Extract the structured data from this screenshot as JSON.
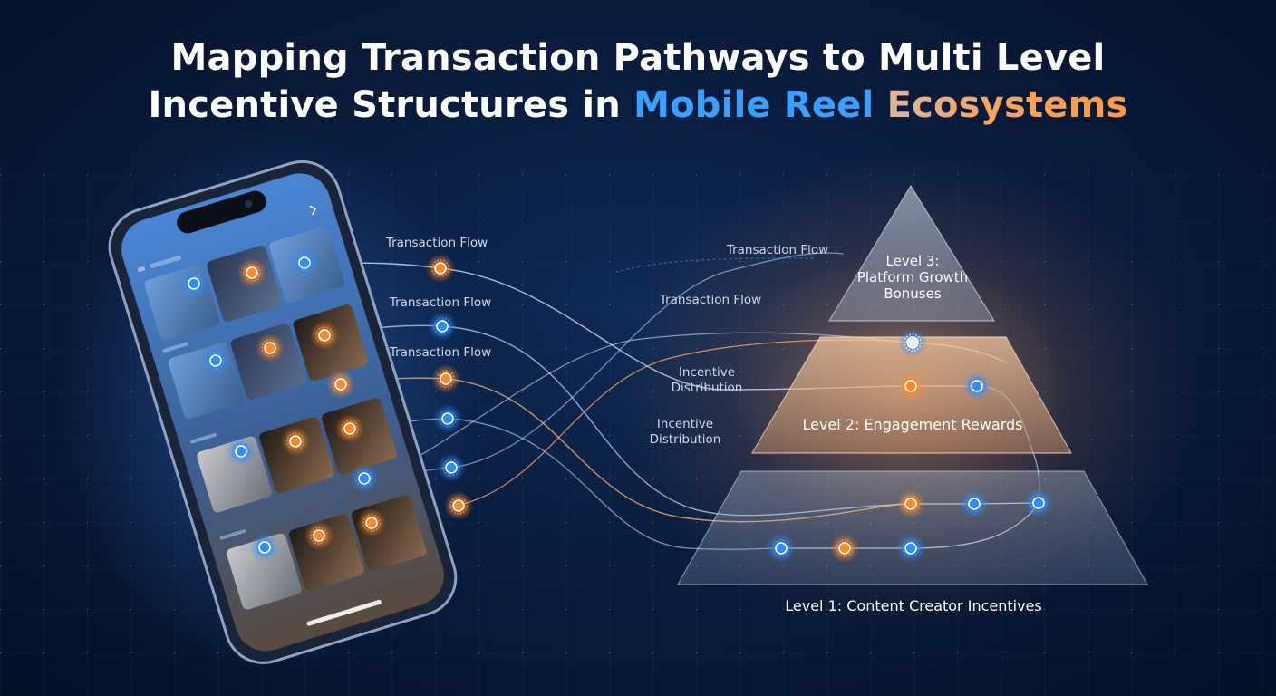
{
  "title": {
    "line1": "Mapping Transaction Pathways to Multi Level",
    "line2_prefix": "Incentive Structures in ",
    "line2_blue": "Mobile Reel",
    "line2_orange": " Ecosystems"
  },
  "flow_labels": {
    "left_1": "Transaction Flow",
    "left_2": "Transaction Flow",
    "left_3": "Transaction Flow",
    "right_1": "Transaction Flow",
    "right_2": "Transaction Flow",
    "incentive_1": "Incentive\nDistribution",
    "incentive_2": "Incentive\nDistribution"
  },
  "pyramid": {
    "level3": "Level 3:\nPlatform Growth\nBonuses",
    "level2": "Level 2: Engagement Rewards",
    "level1": "Level 1: Content Creator Incentives"
  },
  "colors": {
    "blue_node": "#2f8cff",
    "orange_node": "#ff8a2a",
    "background": "#0a1c3d"
  },
  "icons": {
    "phone": "smartphone-icon",
    "node": "glow-node-icon"
  }
}
